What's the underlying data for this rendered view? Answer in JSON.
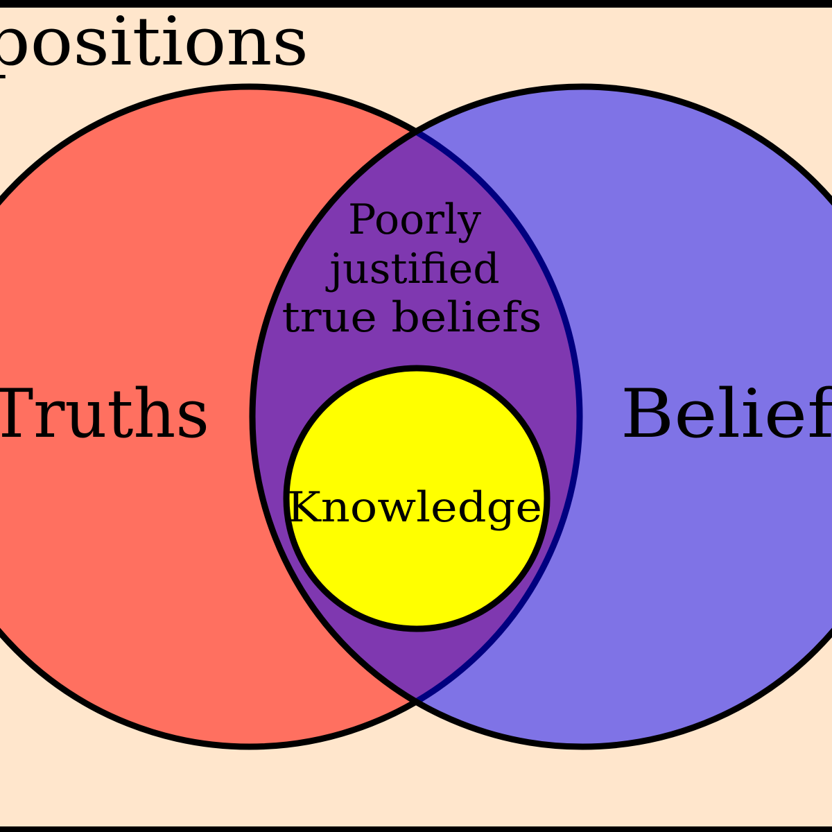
{
  "diagram": {
    "frame_label": "positions",
    "sets": [
      {
        "name": "truths",
        "label": "Truths",
        "color": "#ff7060"
      },
      {
        "name": "beliefs",
        "label": "Beliefs",
        "color": "#0000ff"
      }
    ],
    "intersection_label": [
      "Poorly",
      "justified",
      "true beliefs"
    ],
    "inner_set": {
      "label": "Knowledge",
      "color": "#ffff00"
    },
    "background": "#ffe6cc"
  }
}
